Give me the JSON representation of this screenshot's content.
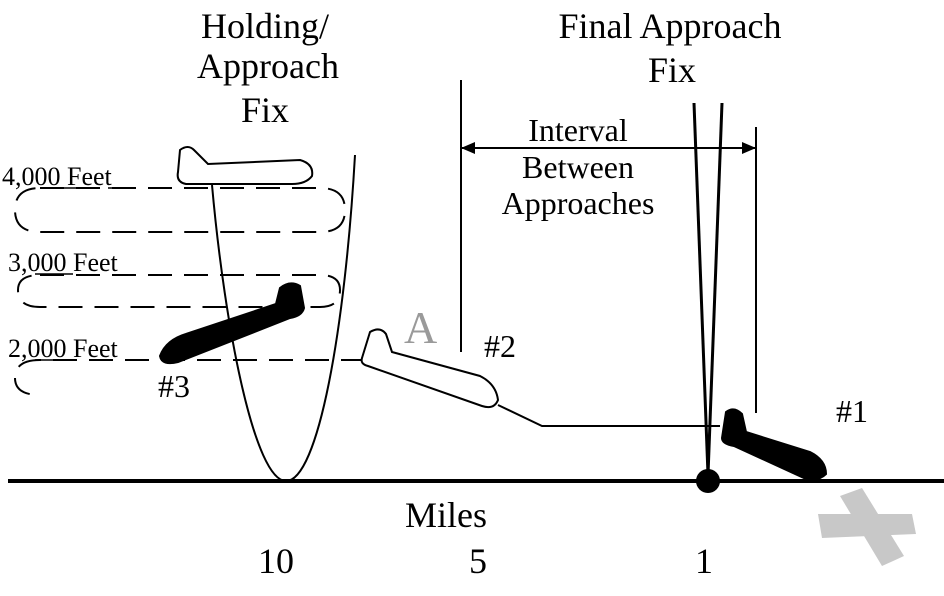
{
  "holding_fix": {
    "line1": "Holding/",
    "line2": "Approach",
    "line3": "Fix"
  },
  "final_fix": {
    "line1": "Final  Approach",
    "line2": "Fix"
  },
  "interval": {
    "line1": "Interval",
    "line2": "Between",
    "line3": "Approaches"
  },
  "altitudes": {
    "a4000": "4,000  Feet",
    "a3000": "3,000  Feet",
    "a2000": "2,000  Feet"
  },
  "aircraft": {
    "p3": "#3",
    "p2": "#2",
    "p1": "#1",
    "marker": "A"
  },
  "axis": {
    "title": "Miles",
    "t10": "10",
    "t5": "5",
    "t1": "1"
  },
  "colors": {
    "ink": "#000000",
    "grey": "#9a9a9a",
    "runway": "#c8c8c8"
  }
}
